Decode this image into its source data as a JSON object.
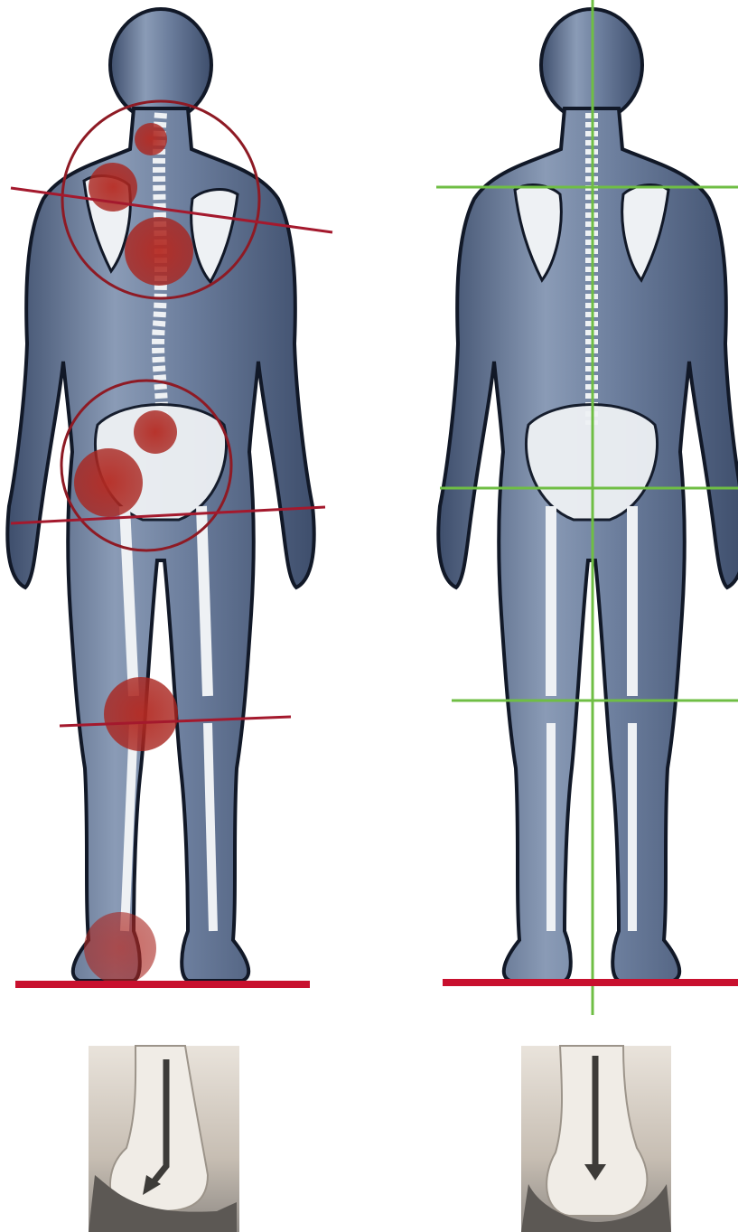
{
  "figures": [
    {
      "id": "misaligned",
      "pain_points": [
        "neck",
        "left-shoulder",
        "mid-back",
        "lower-back",
        "left-hip",
        "left-knee",
        "left-ankle"
      ]
    },
    {
      "id": "aligned"
    }
  ],
  "insets": [
    {
      "id": "overpronated-heel",
      "arrow": "bent-inward"
    },
    {
      "id": "neutral-heel",
      "arrow": "straight-down"
    }
  ],
  "colors": {
    "body": "#5d6f8e",
    "body_light": "#9fb0c8",
    "body_outline": "#111827",
    "bone": "#eef1f4",
    "pain": "#b52a22",
    "tilt_line": "#a4192d",
    "ground_line": "#c8102e",
    "grid_line": "#6fbe44",
    "inset_bg": "#cfc6bc"
  }
}
